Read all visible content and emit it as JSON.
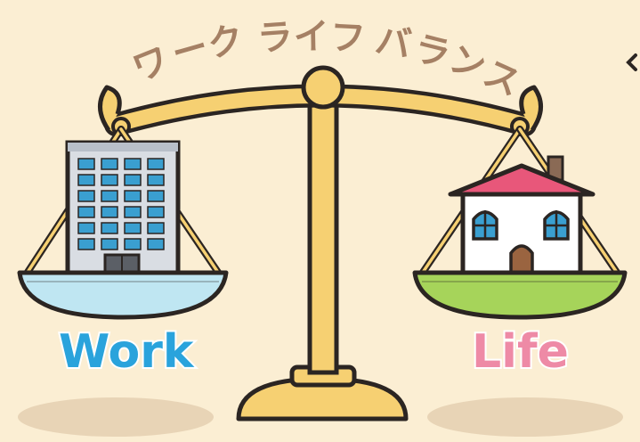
{
  "title": {
    "chars": [
      "ワ",
      "ー",
      "ク",
      "ラ",
      "イ",
      "フ",
      "バ",
      "ラ",
      "ン",
      "ス"
    ]
  },
  "labels": {
    "work": "Work",
    "life": "Life"
  },
  "colors": {
    "background": "#fbeed3",
    "title": "#a58064",
    "beam": "#f6d072",
    "outline": "#2b2522",
    "work_pan": "#bfe6f2",
    "life_pan": "#a6d45a",
    "work_text": "#2aa3dc",
    "life_text": "#ee8aa6",
    "roof": "#e8577a",
    "building": "#d9dde3",
    "window": "#3a9fd0",
    "shadow": "#e8d4b6"
  },
  "icons": {
    "left_pan_item": "office-building-icon",
    "right_pan_item": "house-icon"
  }
}
